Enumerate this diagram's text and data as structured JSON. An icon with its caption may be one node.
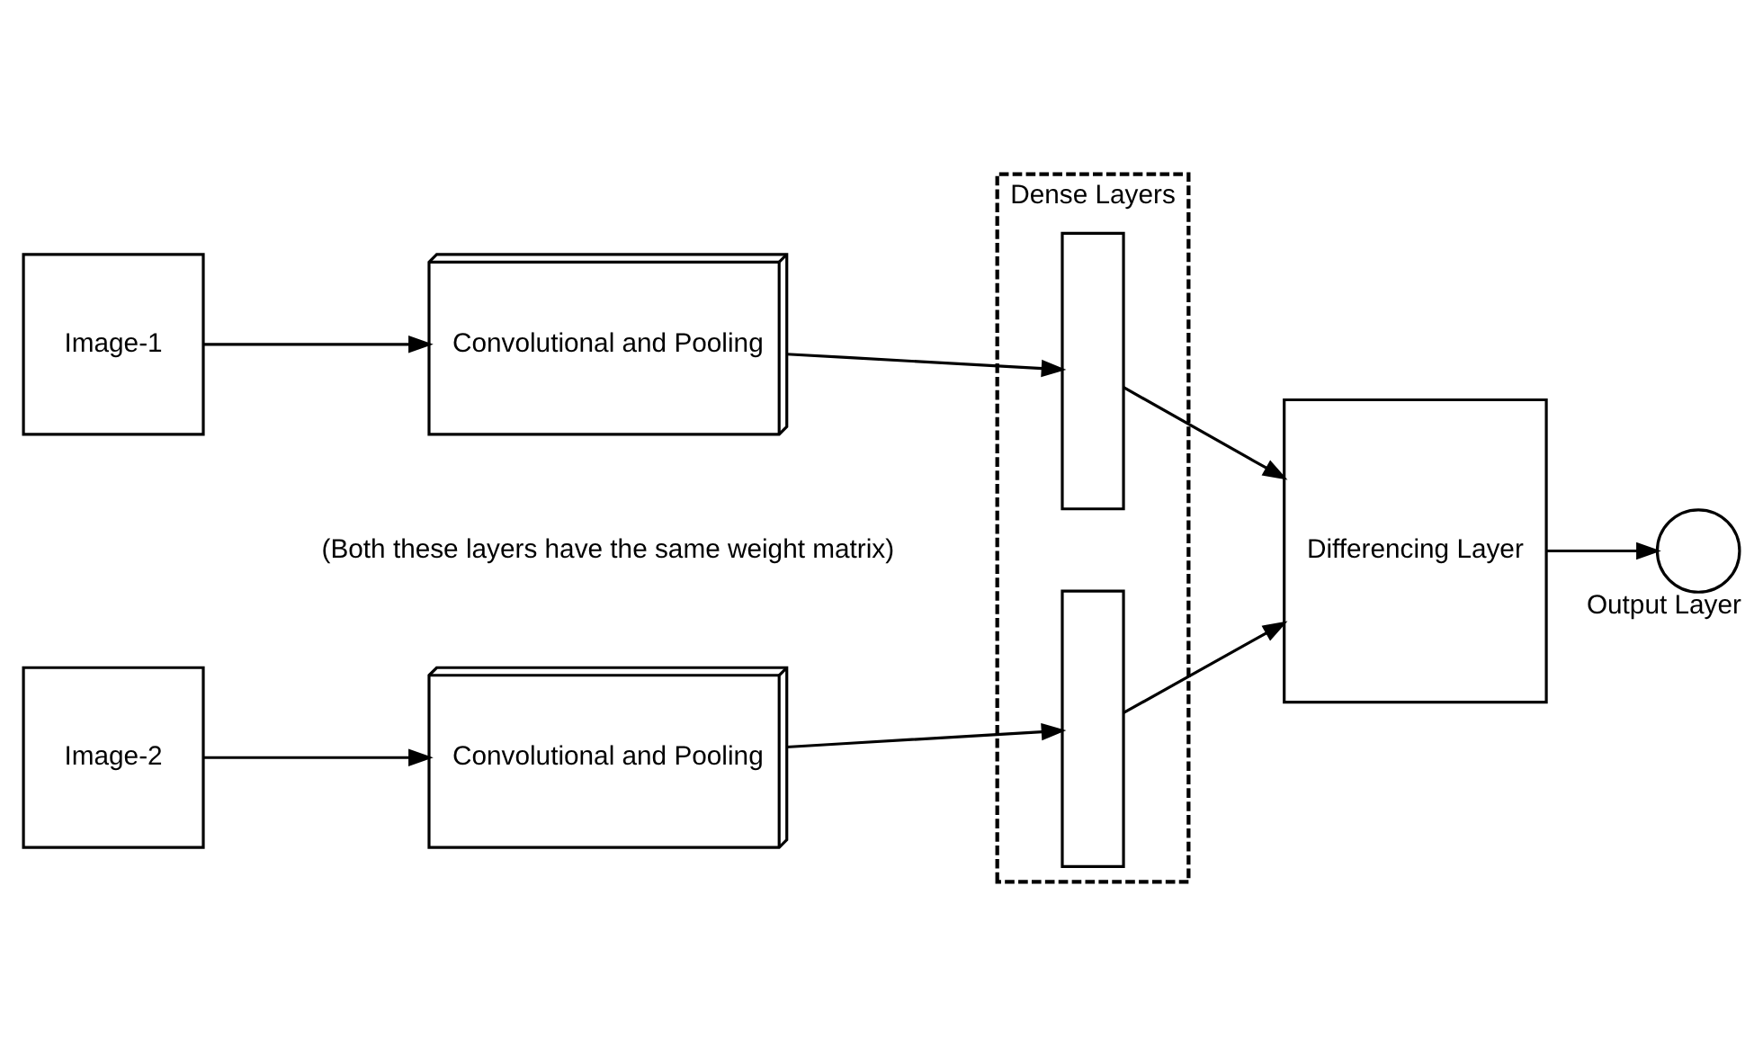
{
  "diagram": {
    "nodes": [
      {
        "text": [
          "Image-1"
        ]
      },
      {
        "text": [
          "Convolutional and Pooling"
        ]
      },
      {
        "text": [
          "Image-2"
        ]
      },
      {
        "text": [
          "Convolutional and Pooling"
        ]
      },
      {
        "text": [
          "Dense Layers"
        ]
      },
      {
        "text": [],
        "shape": "bar",
        "in": 4
      },
      {
        "text": [],
        "shape": "bar",
        "in": 4
      },
      {
        "text": [
          "Differencing Layer"
        ]
      },
      {
        "text": [],
        "shape": "circle",
        "beside": [
          "Output Layer"
        ]
      }
    ],
    "edges": [
      {
        "from": 0,
        "to": 1,
        "arrow": "to"
      },
      {
        "from": 1,
        "to": 5,
        "arrow": "to"
      },
      {
        "from": 2,
        "to": 3,
        "arrow": "to"
      },
      {
        "from": 3,
        "to": 6,
        "arrow": "to"
      },
      {
        "from": 5,
        "to": 7,
        "arrow": "to"
      },
      {
        "from": 6,
        "to": 7,
        "arrow": "to"
      },
      {
        "from": 7,
        "to": 8,
        "arrow": "to"
      }
    ],
    "labels": [
      "(Both these layers have the same weight matrix)"
    ]
  }
}
